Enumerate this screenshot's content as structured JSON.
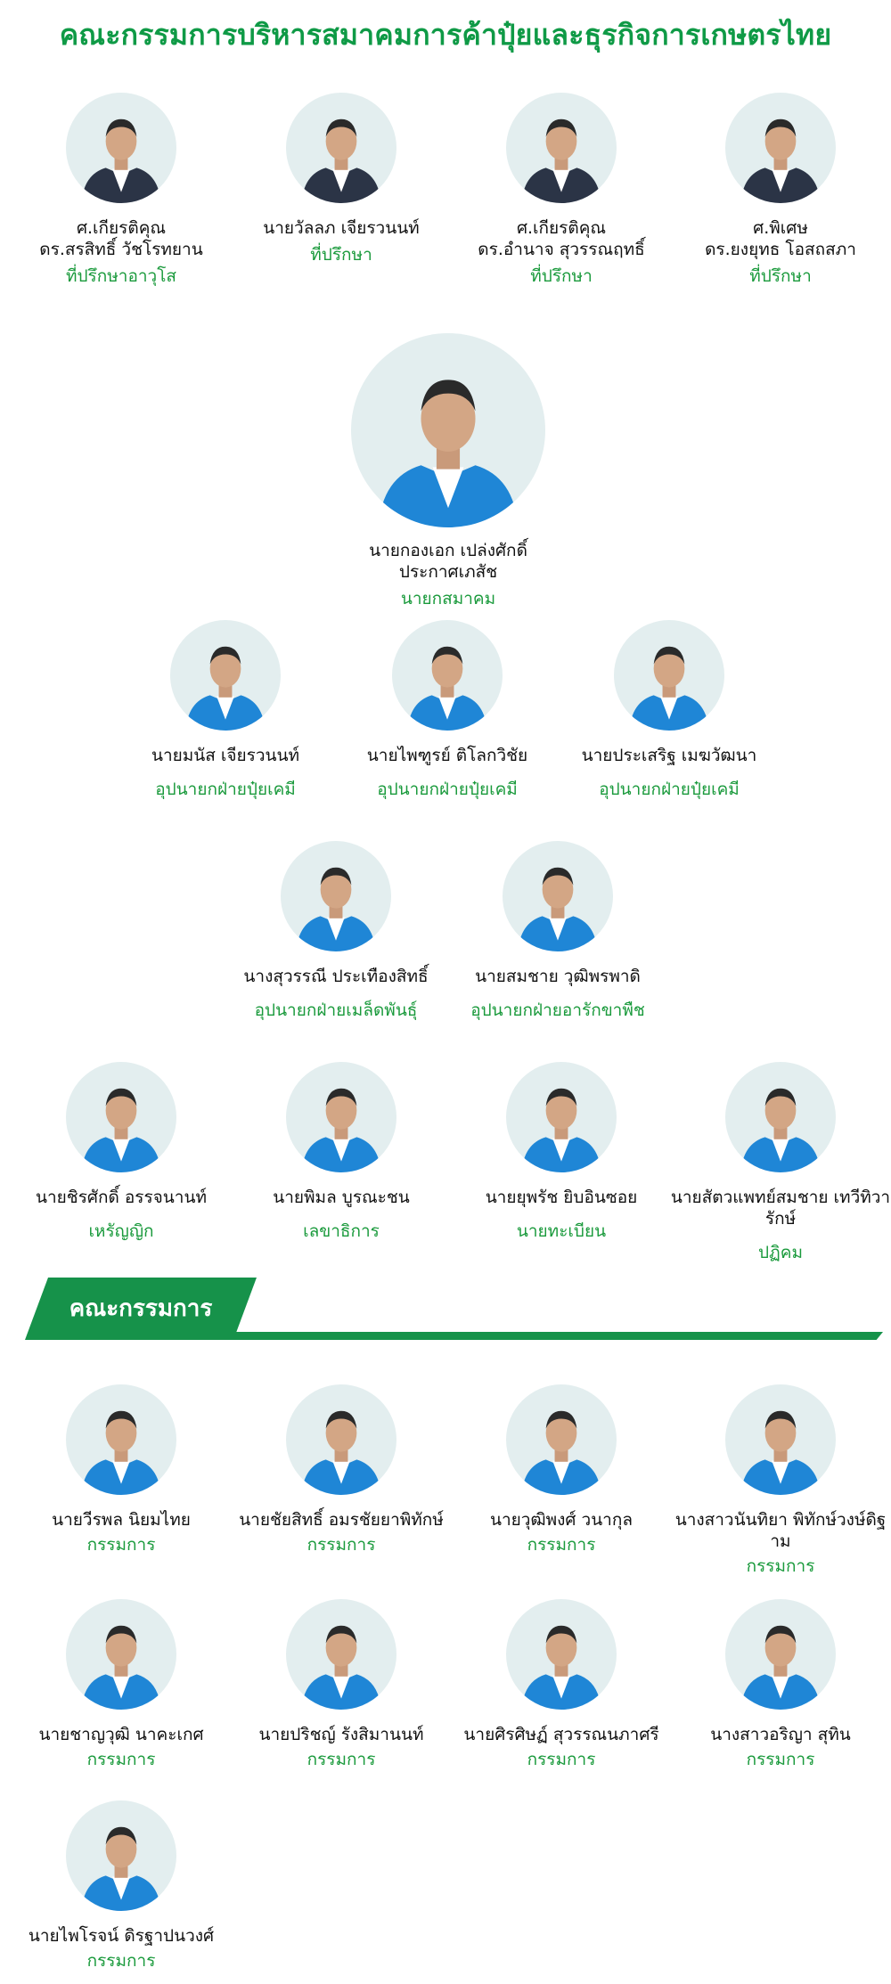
{
  "title": "คณะกรรมการบริหารสมาคมการค้าปุ๋ยและธุรกิจการเกษตรไทย",
  "colors": {
    "accent": "#16924a",
    "text": "#111111",
    "photo_bg": "#e3eeef",
    "suit_blue": "#1f86d6",
    "suit_dark": "#2b3446"
  },
  "executive_board": [
    {
      "name": "ศ.เกียรติคุณ\nดร.สรสิทธิ์ วัชโรทยาน",
      "role": "ที่ปรึกษาอาวุโส"
    },
    {
      "name": "นายวัลลภ เจียรวนนท์",
      "role": "ที่ปรึกษา"
    },
    {
      "name": "ศ.เกียรติคุณ\nดร.อำนาจ สุวรรณฤทธิ์",
      "role": "ที่ปรึกษา"
    },
    {
      "name": "ศ.พิเศษ\nดร.ยงยุทธ โอสถสภา",
      "role": "ที่ปรึกษา"
    },
    {
      "name": "นายกองเอก เปล่งศักดิ์ ประกาศเภสัช",
      "role": "นายกสมาคม"
    },
    {
      "name": "นายมนัส เจียรวนนท์",
      "role": "อุปนายกฝ่ายปุ๋ยเคมี"
    },
    {
      "name": "นายไพฑูรย์ ติโลกวิชัย",
      "role": "อุปนายกฝ่ายปุ๋ยเคมี"
    },
    {
      "name": "นายประเสริฐ เมฆวัฒนา",
      "role": "อุปนายกฝ่ายปุ๋ยเคมี"
    },
    {
      "name": "นางสุวรรณี ประเทืองสิทธิ์",
      "role": "อุปนายกฝ่ายเมล็ดพันธุ์"
    },
    {
      "name": "นายสมชาย วุฒิพรพาดิ",
      "role": "อุปนายกฝ่ายอารักขาพืช"
    },
    {
      "name": "นายชิรศักดิ์ อรรจนานท์",
      "role": "เหรัญญิก"
    },
    {
      "name": "นายพิมล บูรณะชน",
      "role": "เลขาธิการ"
    },
    {
      "name": "นายยุพรัช ยิบอินซอย",
      "role": "นายทะเบียน"
    },
    {
      "name": "นายสัตวแพทย์สมชาย เทวีทิวารักษ์",
      "role": "ปฏิคม"
    }
  ],
  "committee_section": {
    "label": "คณะกรรมการ"
  },
  "committee": [
    {
      "name": "นายวีรพล นิยมไทย",
      "role": "กรรมการ"
    },
    {
      "name": "นายชัยสิทธิ์ อมรชัยยาพิทักษ์",
      "role": "กรรมการ"
    },
    {
      "name": "นายวุฒิพงศ์ วนากุล",
      "role": "กรรมการ"
    },
    {
      "name": "นางสาวนันทิยา พิทักษ์วงษ์ดิฐาม",
      "role": "กรรมการ"
    },
    {
      "name": "นายชาญวุฒิ นาคะเกศ",
      "role": "กรรมการ"
    },
    {
      "name": "นายปริชญ์ รังสิมานนท์",
      "role": "กรรมการ"
    },
    {
      "name": "นายศิรศิษฏ์ สุวรรณนภาศรี",
      "role": "กรรมการ"
    },
    {
      "name": "นางสาวอริญา สุทิน",
      "role": "กรรมการ"
    },
    {
      "name": "นายไพโรจน์ ดิรฐาปนวงศ์",
      "role": "กรรมการ"
    }
  ]
}
